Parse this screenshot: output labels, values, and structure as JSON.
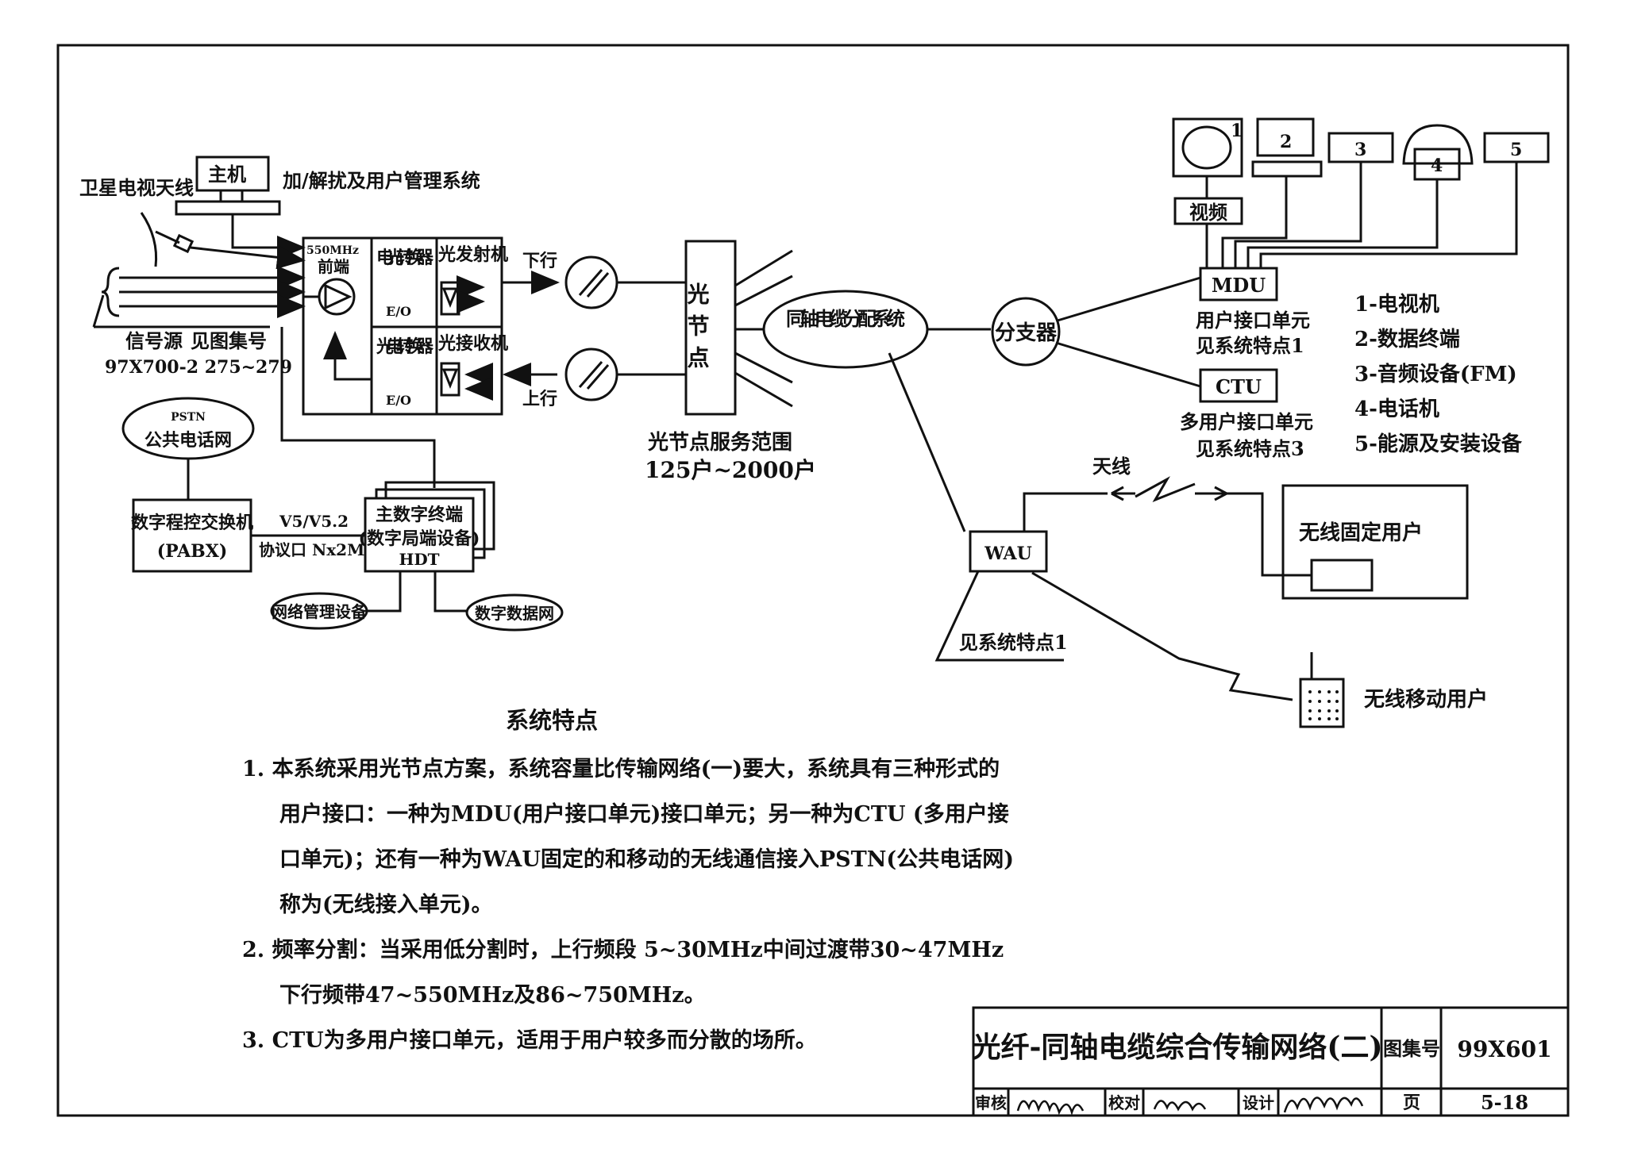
{
  "diagram": {
    "host": "主机",
    "encrypt_system": "加/解扰及用户管理系统",
    "satellite_antenna": "卫星电视天线",
    "signal_source": "信号源",
    "see_atlas": "见图集号",
    "atlas_ref": "97X700-2 275~279",
    "headend_freq": "550MHz",
    "headend": "前端",
    "eo_converter_1": "电光转换器",
    "eo_converter_2": "光电转换器",
    "eo_label": "E/O",
    "optical_tx": "光发射机",
    "optical_rx": "光接收机",
    "downstream": "下行",
    "upstream": "上行",
    "optical_node": "光节点",
    "node_range_title": "光节点服务范围",
    "node_range_value": "125户~2000户",
    "coax_system": "同轴电缆分配系统",
    "splitter": "分支器",
    "mdu": "MDU",
    "mdu_desc_1": "用户接口单元",
    "mdu_desc_2": "见系统特点1",
    "ctu": "CTU",
    "ctu_desc_1": "多用户接口单元",
    "ctu_desc_2": "见系统特点3",
    "video": "视频",
    "device_numbers": [
      "1",
      "2",
      "3",
      "4",
      "5"
    ],
    "legend": [
      "1-电视机",
      "2-数据终端",
      "3-音频设备(FM)",
      "4-电话机",
      "5-能源及安装设备"
    ],
    "pstn": "PSTN",
    "pstn_name": "公共电话网",
    "pabx_1": "数字程控交换机",
    "pabx_2": "(PABX)",
    "protocol_1": "V5/V5.2",
    "protocol_2": "协议口 Nx2M",
    "hdt_1": "主数字终端",
    "hdt_2": "(数字局端设备)",
    "hdt_3": "HDT",
    "net_mgmt": "网络管理设备",
    "digital_net": "数字数据网",
    "antenna": "天线",
    "wau": "WAU",
    "wau_note": "见系统特点1",
    "wireless_fixed": "无线固定用户",
    "wireless_mobile": "无线移动用户"
  },
  "notes": {
    "title": "系统特点",
    "item1_line1": "1.  本系统采用光节点方案，系统容量比传输网络(一)要大，系统具有三种形式的",
    "item1_line2": "用户接口：一种为MDU(用户接口单元)接口单元；另一种为CTU (多用户接",
    "item1_line3": "口单元)；还有一种为WAU固定的和移动的无线通信接入PSTN(公共电话网)",
    "item1_line4": "称为(无线接入单元)。",
    "item2_line1": "2.  频率分割：当采用低分割时，上行频段 5~30MHz中间过渡带30~47MHz",
    "item2_line2": "下行频带47~550MHz及86~750MHz。",
    "item3_line1": "3.  CTU为多用户接口单元，适用于用户较多而分散的场所。"
  },
  "title_block": {
    "title": "光纤-同轴电缆综合传输网络(二)",
    "atlas_label": "图集号",
    "atlas_no": "99X601",
    "review": "审核",
    "check": "校对",
    "design": "设计",
    "page_label": "页",
    "page_no": "5-18"
  }
}
